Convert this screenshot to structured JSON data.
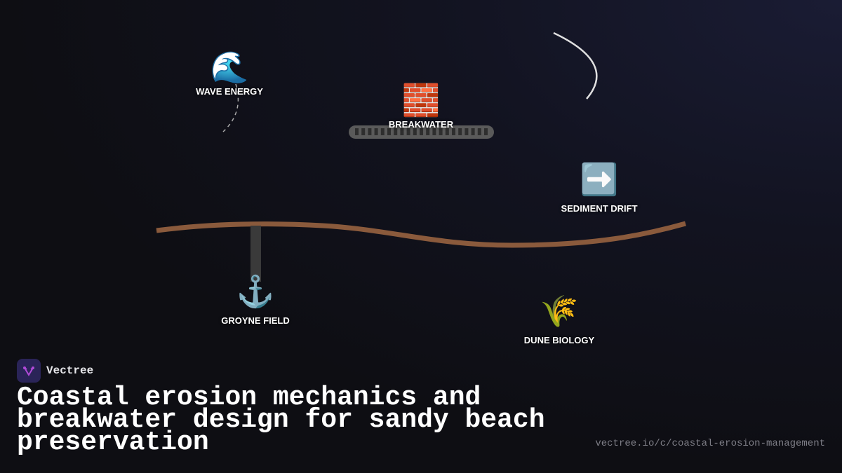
{
  "nodes": {
    "wave": {
      "icon": "🌊",
      "label": "WAVE ENERGY"
    },
    "breakwater": {
      "icon": "🧱",
      "label": "BREAKWATER"
    },
    "sediment": {
      "icon": "➡️",
      "label": "SEDIMENT DRIFT"
    },
    "groyne": {
      "icon": "⚓",
      "label": "GROYNE FIELD"
    },
    "dune": {
      "icon": "🌾",
      "label": "DUNE BIOLOGY"
    }
  },
  "colors": {
    "shoreline": "#8a5a3c",
    "groyne": "#3a3a3a",
    "breakwater": "#5a5a5a",
    "accent": "#b04ad8"
  },
  "brand": {
    "name": "Vectree"
  },
  "title": "Coastal erosion mechanics and breakwater design for sandy beach preservation",
  "url": "vectree.io/c/coastal-erosion-management"
}
